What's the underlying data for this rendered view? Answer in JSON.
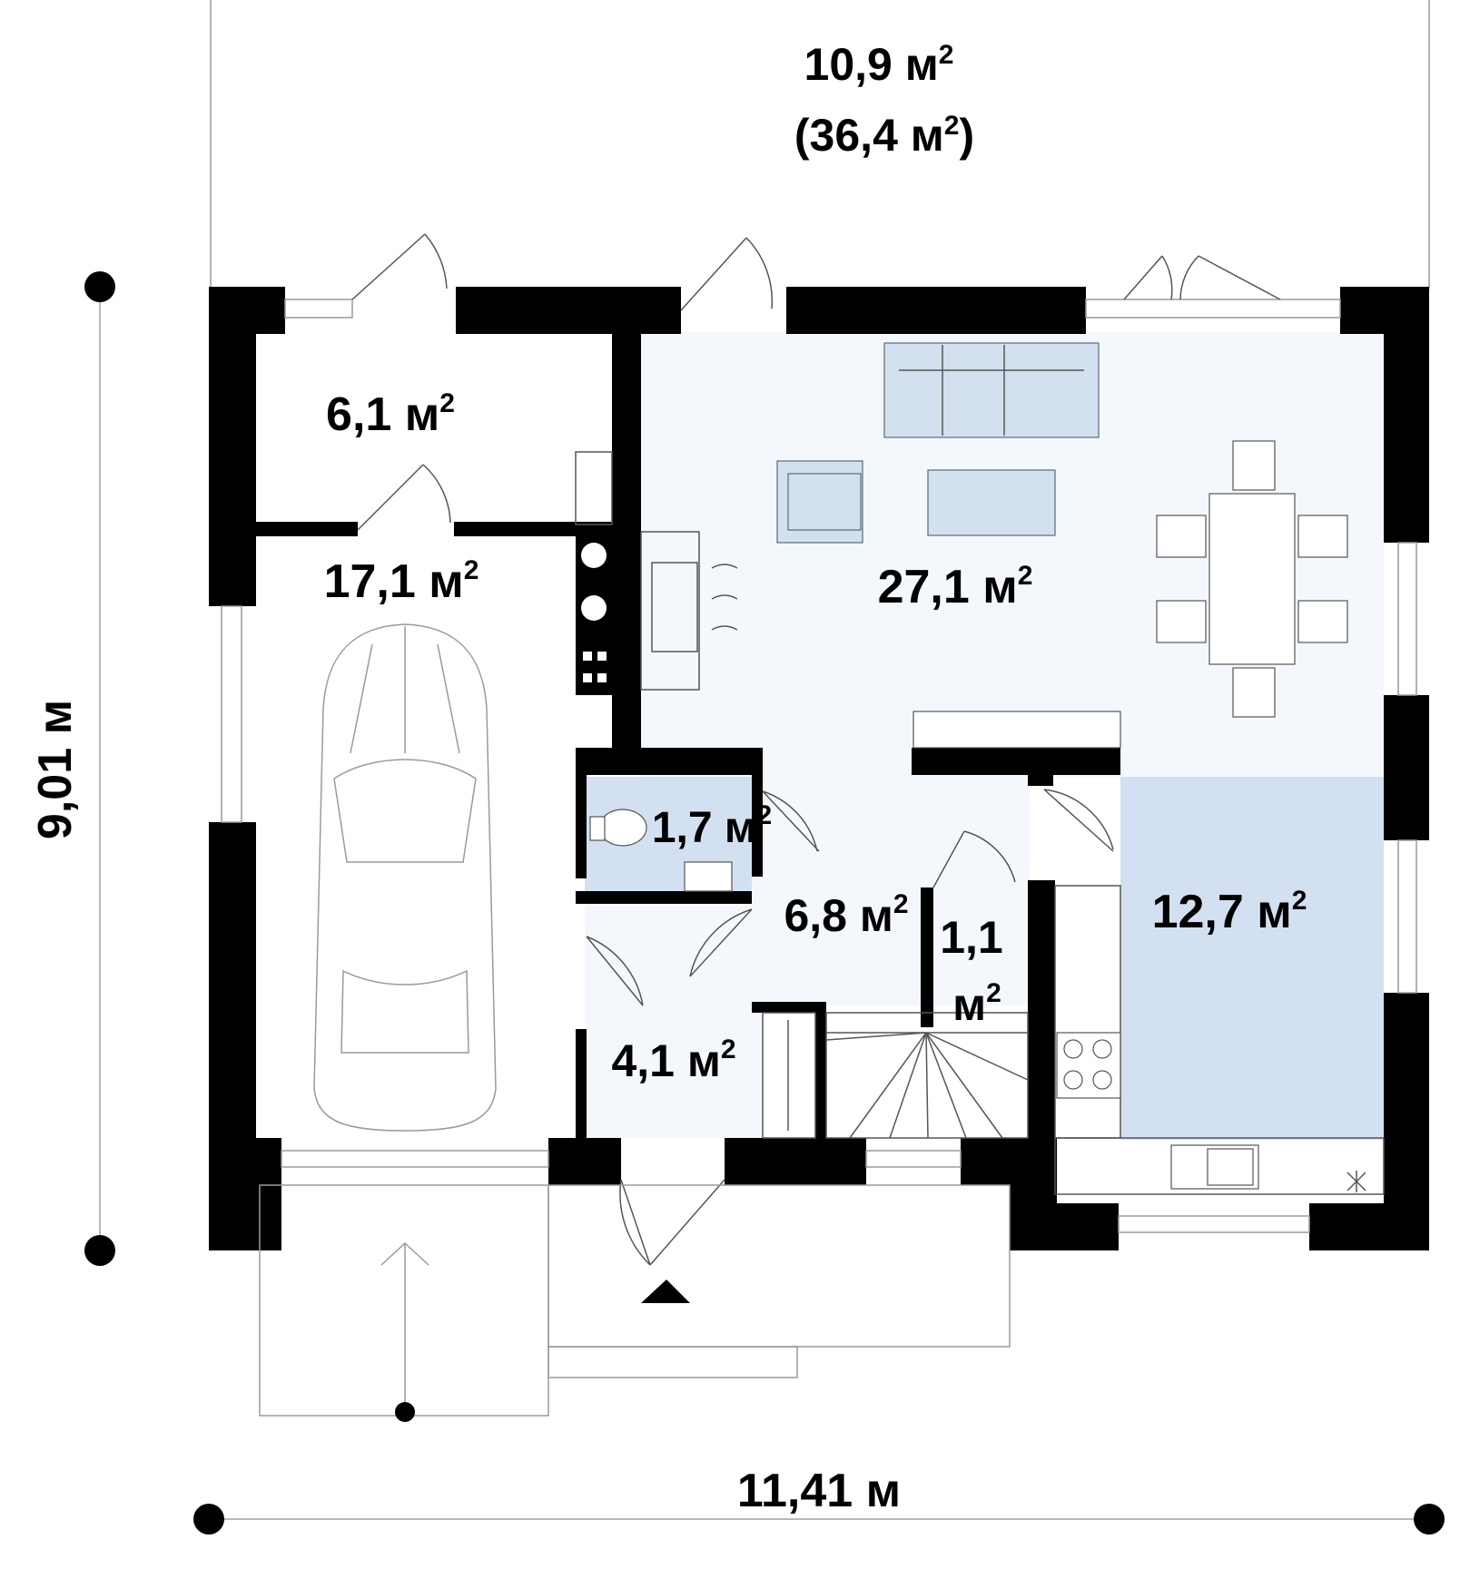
{
  "plan": {
    "overall_width": "11,41 м",
    "overall_depth": "9,01 м",
    "terrace": {
      "area": "10,9 м",
      "area_total": "(36,4 м",
      "area_total_close": ")",
      "sup": "2"
    },
    "rooms": [
      {
        "id": "utility",
        "area": "6,1 м",
        "sup": "2"
      },
      {
        "id": "garage",
        "area": "17,1 м",
        "sup": "2"
      },
      {
        "id": "living",
        "area": "27,1 м",
        "sup": "2"
      },
      {
        "id": "wc",
        "area": "1,7 м",
        "sup": "2"
      },
      {
        "id": "hall",
        "area": "6,8 м",
        "sup": "2"
      },
      {
        "id": "closet",
        "area_line1": "1,1",
        "area_line2": "м",
        "sup": "2"
      },
      {
        "id": "kitchen",
        "area": "12,7 м",
        "sup": "2"
      },
      {
        "id": "vestibule",
        "area": "4,1 м",
        "sup": "2"
      }
    ],
    "colors": {
      "wall": "#000000",
      "living_fill": "#f4f8fd",
      "kitchen_fill": "#d3e0f2",
      "wc_fill": "#d3e0f2",
      "hall_fill": "#f4f8fd"
    }
  }
}
